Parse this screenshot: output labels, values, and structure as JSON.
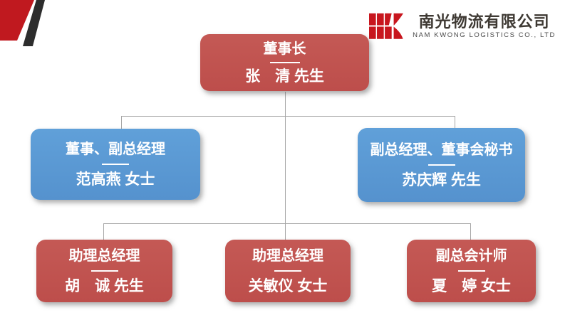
{
  "logo": {
    "company_zh": "南光物流有限公司",
    "company_en": "NAM KWONG LOGISTICS CO., LTD",
    "brand_red": "#C8161E"
  },
  "colors": {
    "node_red": "#C0504D",
    "node_blue": "#5B9BD5",
    "connector_gray": "#A6A6A6",
    "corner_accent_red": "#C0191F",
    "corner_accent_dark": "#2D2D2D"
  },
  "org": {
    "type": "org-chart",
    "nodes": [
      {
        "role": "董事长",
        "name": "张　清 先生",
        "level": 1,
        "color": "red",
        "reports_to": null
      },
      {
        "role": "董事、副总经理",
        "name": "范高燕 女士",
        "level": 2,
        "color": "blue",
        "reports_to": "董事长"
      },
      {
        "role": "副总经理、董事会秘书",
        "name": "苏庆辉 先生",
        "level": 2,
        "color": "blue",
        "reports_to": "董事长"
      },
      {
        "role": "助理总经理",
        "name": "胡　诚 先生",
        "level": 3,
        "color": "red",
        "reports_to": "董事长"
      },
      {
        "role": "助理总经理",
        "name": "关敏仪 女士",
        "level": 3,
        "color": "red",
        "reports_to": "董事长"
      },
      {
        "role": "副总会计师",
        "name": "夏　婷 女士",
        "level": 3,
        "color": "red",
        "reports_to": "董事长"
      }
    ]
  }
}
